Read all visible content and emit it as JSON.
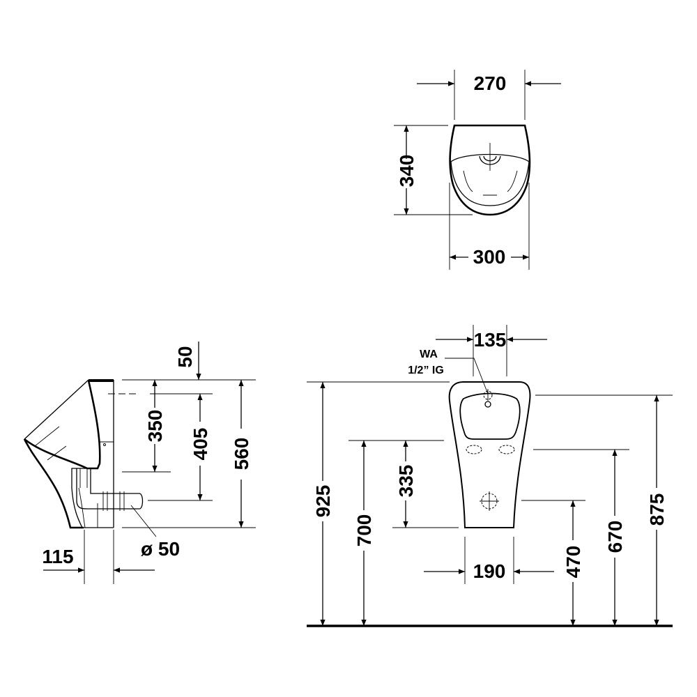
{
  "top_view": {
    "width_top": "270",
    "depth": "340",
    "width_max": "300"
  },
  "side_view": {
    "offset_top": "50",
    "drain_height_350": "350",
    "drain_height_405": "405",
    "height": "560",
    "wall_depth": "115",
    "outlet_diameter": "ø 50"
  },
  "front_view": {
    "inlet_width": "135",
    "inlet_label": "WA",
    "inlet_thread": "1/2” IG",
    "dim_335": "335",
    "dim_925": "925",
    "dim_700": "700",
    "dim_190": "190",
    "dim_470": "470",
    "dim_670": "670",
    "dim_875": "875"
  },
  "colors": {
    "line": "#000000",
    "background": "#ffffff"
  }
}
